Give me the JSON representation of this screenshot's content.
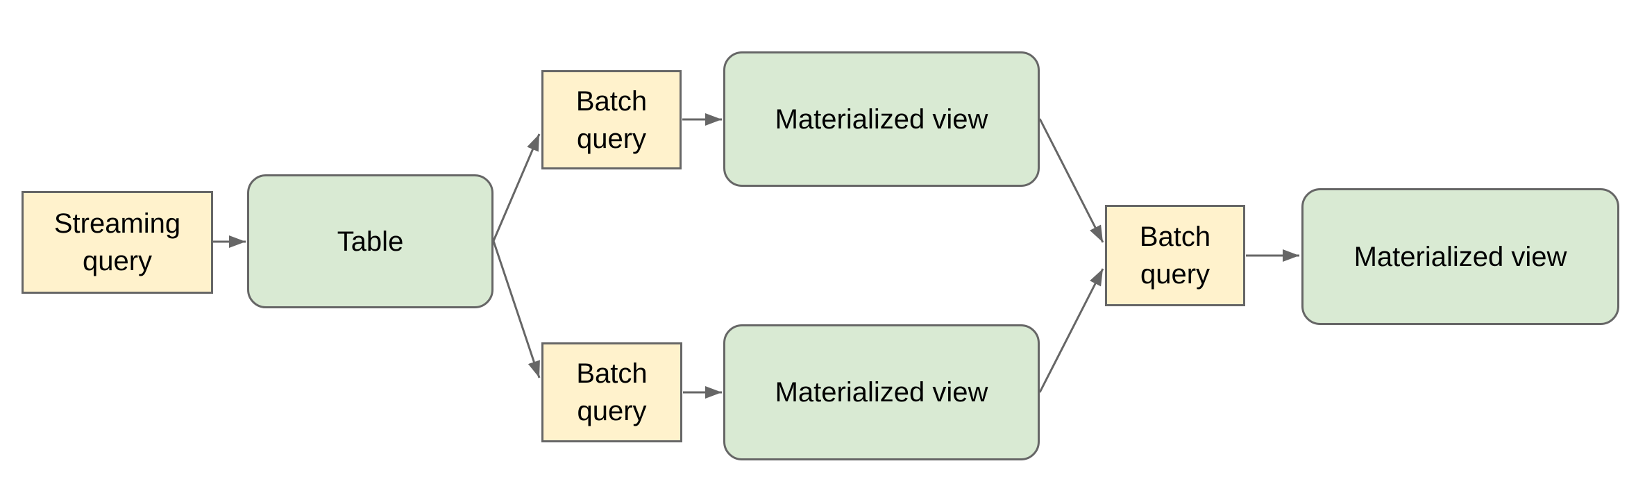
{
  "diagram": {
    "description": "Flow diagram: a streaming query feeds a table; batch queries build two materialized views, which a further batch query combines into a final materialized view.",
    "colors": {
      "query_fill": "#fff2cc",
      "view_fill": "#d9ead3",
      "stroke": "#666666",
      "text": "#000000",
      "background": "#ffffff"
    },
    "nodes": {
      "streaming_query": {
        "label": "Streaming query",
        "type": "query"
      },
      "table": {
        "label": "Table",
        "type": "view"
      },
      "batch_query_top": {
        "label": "Batch query",
        "type": "query"
      },
      "mv_top": {
        "label": "Materialized view",
        "type": "view"
      },
      "batch_query_bottom": {
        "label": "Batch query",
        "type": "query"
      },
      "mv_bottom": {
        "label": "Materialized view",
        "type": "view"
      },
      "batch_query_right": {
        "label": "Batch query",
        "type": "query"
      },
      "mv_right": {
        "label": "Materialized view",
        "type": "view"
      }
    },
    "edges": [
      {
        "from": "streaming_query",
        "to": "table"
      },
      {
        "from": "table",
        "to": "batch_query_top"
      },
      {
        "from": "table",
        "to": "batch_query_bottom"
      },
      {
        "from": "batch_query_top",
        "to": "mv_top"
      },
      {
        "from": "batch_query_bottom",
        "to": "mv_bottom"
      },
      {
        "from": "mv_top",
        "to": "batch_query_right"
      },
      {
        "from": "mv_bottom",
        "to": "batch_query_right"
      },
      {
        "from": "batch_query_right",
        "to": "mv_right"
      }
    ]
  }
}
